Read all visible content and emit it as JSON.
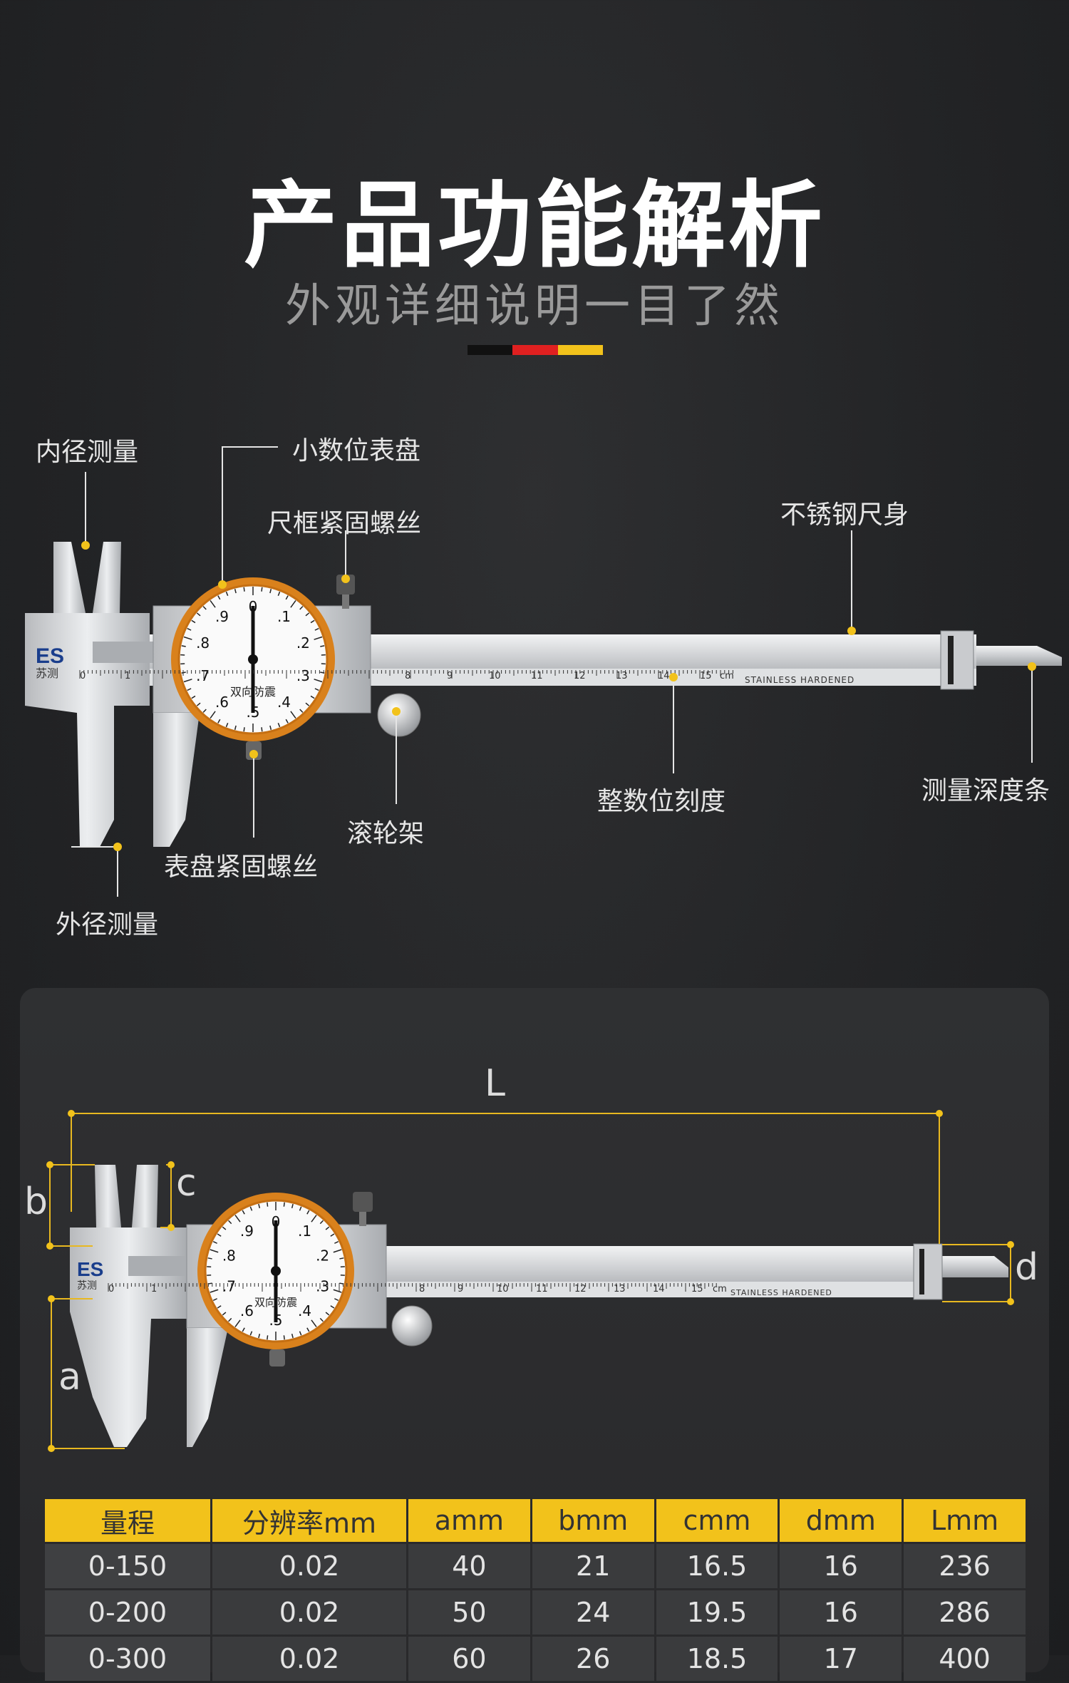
{
  "header": {
    "title": "产品功能解析",
    "subtitle": "外观详细说明一目了然"
  },
  "colors": {
    "accent": "#f2c21b",
    "flag": [
      "#111111",
      "#e02020",
      "#f2c21b"
    ]
  },
  "callouts": {
    "inner_measure": "内径测量",
    "dial": "小数位表盘",
    "frame_screw": "尺框紧固螺丝",
    "beam": "不锈钢尺身",
    "depth_rod": "测量深度条",
    "main_scale": "整数位刻度",
    "roller": "滚轮架",
    "dial_screw": "表盘紧固螺丝",
    "outer_measure": "外径测量"
  },
  "caliper": {
    "brand": "ES",
    "brand_sub": "苏测",
    "scale_text": "STAINLESS   HARDENED",
    "dial_text": "双向防震",
    "dial_numbers": [
      ".9",
      "0",
      ".1",
      ".2",
      ".3",
      ".4",
      ".5",
      ".6",
      ".7",
      ".8"
    ],
    "scale_numbers": [
      "0",
      "1",
      "8",
      "9",
      "10",
      "11",
      "12",
      "13",
      "14",
      "15",
      "cm"
    ]
  },
  "dimensions": {
    "L": "L",
    "a": "a",
    "b": "b",
    "c": "c",
    "d": "d"
  },
  "spec_table": {
    "headers": [
      "量程",
      "分辨率mm",
      "amm",
      "bmm",
      "cmm",
      "dmm",
      "Lmm"
    ],
    "rows": [
      [
        "0-150",
        "0.02",
        "40",
        "21",
        "16.5",
        "16",
        "236"
      ],
      [
        "0-200",
        "0.02",
        "50",
        "24",
        "19.5",
        "16",
        "286"
      ],
      [
        "0-300",
        "0.02",
        "60",
        "26",
        "18.5",
        "17",
        "400"
      ]
    ]
  }
}
